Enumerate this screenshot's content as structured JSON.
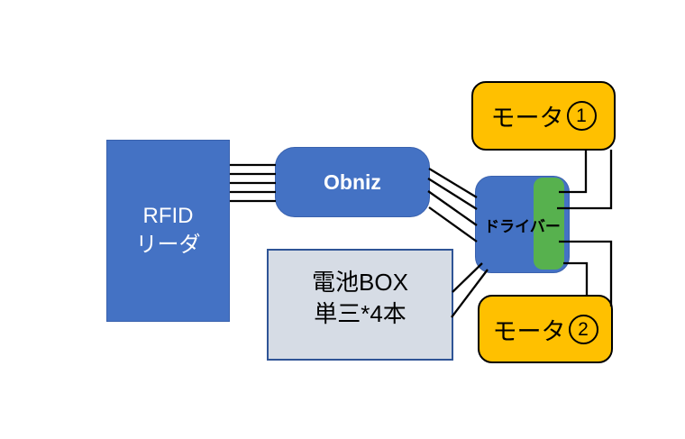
{
  "diagram": {
    "type": "wiring-diagram",
    "background_color": "#FFFFFF",
    "wire_color": "#000000",
    "nodes": {
      "rfid": {
        "line1": "RFID",
        "line2": "リーダ",
        "shape": "rectangle",
        "fill": "#4472C4",
        "text_color": "#FFFFFF"
      },
      "obniz": {
        "label": "Obniz",
        "shape": "rounded-rectangle",
        "fill": "#4472C4",
        "text_color": "#FFFFFF"
      },
      "driver": {
        "label": "ドライバー",
        "shape": "rounded-rectangle",
        "fill": "#4472C4",
        "accent_strip_fill": "#57B14E",
        "text_color": "#000000"
      },
      "motor1": {
        "label": "モータ①",
        "prefix": "モータ",
        "number": "1",
        "shape": "rounded-rectangle",
        "fill": "#FFC000",
        "border_color": "#000000",
        "text_color": "#000000"
      },
      "motor2": {
        "label": "モータ②",
        "prefix": "モータ",
        "number": "2",
        "shape": "rounded-rectangle",
        "fill": "#FFC000",
        "border_color": "#000000",
        "text_color": "#000000"
      },
      "battery": {
        "line1": "電池BOX",
        "line2": "単三*4本",
        "shape": "rectangle",
        "fill": "#D6DCE5",
        "border_color": "#2F5496",
        "text_color": "#000000"
      }
    },
    "edges": [
      {
        "from": "rfid",
        "to": "obniz",
        "wires": 5,
        "style": "parallel-horizontal"
      },
      {
        "from": "obniz",
        "to": "driver",
        "wires": 4,
        "style": "parallel-diagonal"
      },
      {
        "from": "battery",
        "to": "driver",
        "wires": 2,
        "style": "parallel-diagonal"
      },
      {
        "from": "driver",
        "to": "motor1",
        "wires": 2,
        "style": "orthogonal"
      },
      {
        "from": "driver",
        "to": "motor2",
        "wires": 2,
        "style": "orthogonal"
      }
    ]
  }
}
